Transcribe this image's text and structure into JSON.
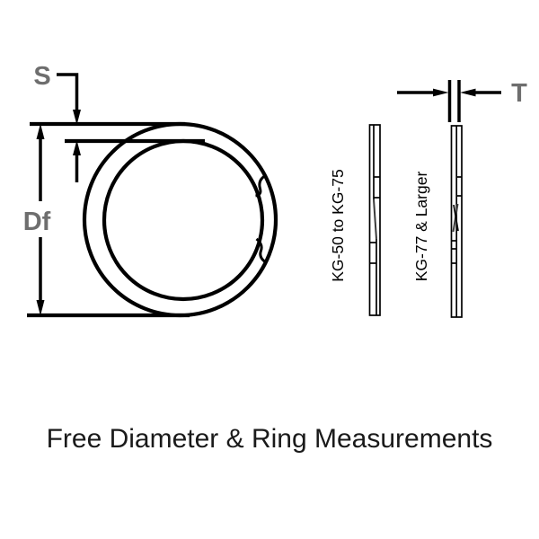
{
  "caption": "Free Diameter & Ring Measurements",
  "dim_labels": {
    "s": "S",
    "df": "Df",
    "t": "T"
  },
  "side_views": {
    "small_range": "KG-50 to KG-75",
    "large_range": "KG-77 & Larger"
  },
  "colors": {
    "line": "#000000",
    "dim_label": "#6e6e6e",
    "caption": "#1a1a1a",
    "background": "#ffffff"
  }
}
